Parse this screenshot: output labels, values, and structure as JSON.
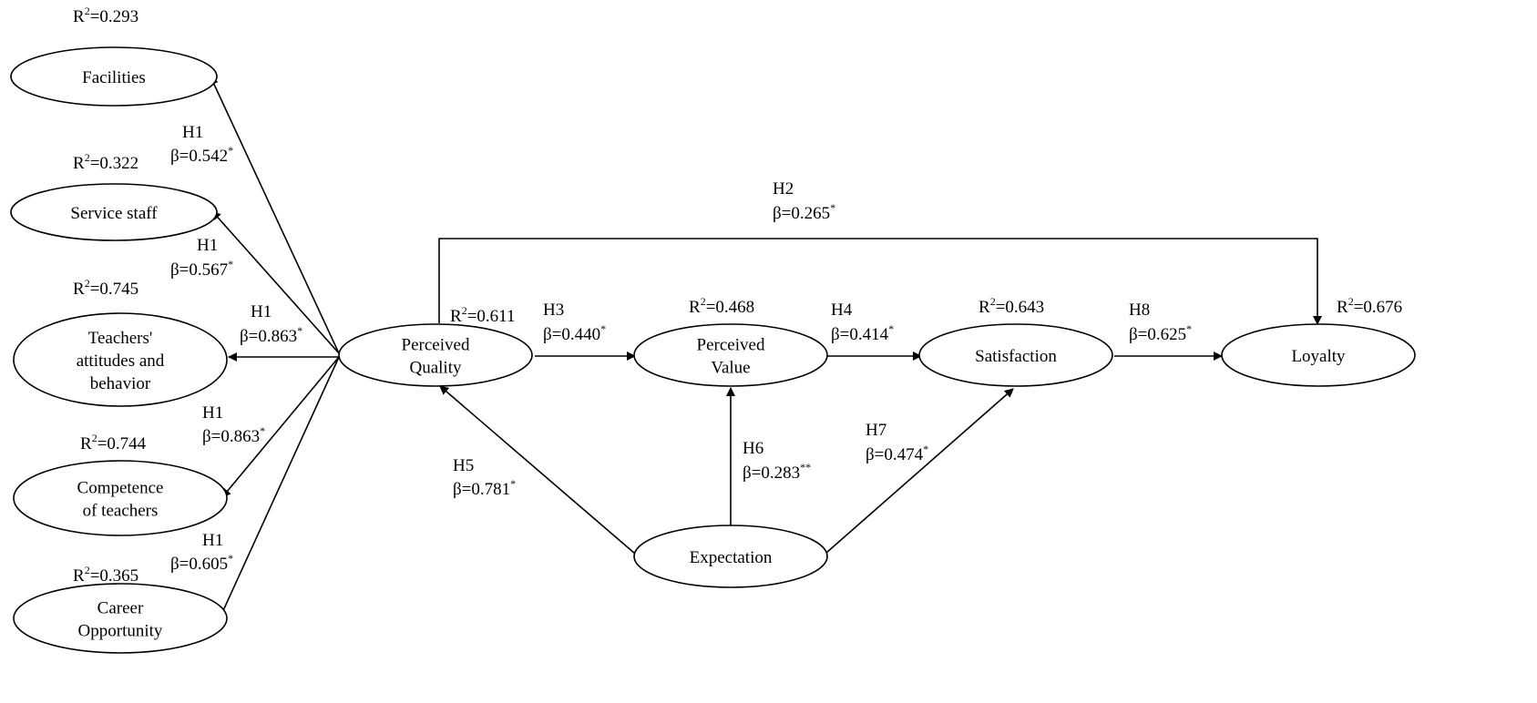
{
  "nodes": [
    {
      "id": "facilities",
      "lines": [
        "Facilities"
      ]
    },
    {
      "id": "service_staff",
      "lines": [
        "Service staff"
      ]
    },
    {
      "id": "teachers_attitudes",
      "lines": [
        "Teachers'",
        "attitudes and",
        "behavior"
      ]
    },
    {
      "id": "competence",
      "lines": [
        "Competence",
        "of teachers"
      ]
    },
    {
      "id": "career",
      "lines": [
        "Career",
        "Opportunity"
      ]
    },
    {
      "id": "perceived_quality",
      "lines": [
        "Perceived",
        "Quality"
      ]
    },
    {
      "id": "perceived_value",
      "lines": [
        "Perceived",
        "Value"
      ]
    },
    {
      "id": "satisfaction",
      "lines": [
        "Satisfaction"
      ]
    },
    {
      "id": "loyalty",
      "lines": [
        "Loyalty"
      ]
    },
    {
      "id": "expectation",
      "lines": [
        "Expectation"
      ]
    }
  ],
  "r2_labels": [
    {
      "node": "facilities",
      "base": "R",
      "sup": "2",
      "value": "=0.293"
    },
    {
      "node": "service_staff",
      "base": "R",
      "sup": "2",
      "value": "=0.322"
    },
    {
      "node": "teachers_attitudes",
      "base": "R",
      "sup": "2",
      "value": "=0.745"
    },
    {
      "node": "competence",
      "base": "R",
      "sup": "2",
      "value": "=0.744"
    },
    {
      "node": "career",
      "base": "R",
      "sup": "2",
      "value": "=0.365"
    },
    {
      "node": "perceived_quality",
      "base": "R",
      "sup": "2",
      "value": "=0.611"
    },
    {
      "node": "perceived_value",
      "base": "R",
      "sup": "2",
      "value": "=0.468"
    },
    {
      "node": "satisfaction",
      "base": "R",
      "sup": "2",
      "value": "=0.643"
    },
    {
      "node": "loyalty",
      "base": "R",
      "sup": "2",
      "value": "=0.676"
    }
  ],
  "edges": [
    {
      "from": "perceived_quality",
      "to": "facilities",
      "hypothesis": "H1",
      "beta": "β=0.542",
      "sig": "*"
    },
    {
      "from": "perceived_quality",
      "to": "service_staff",
      "hypothesis": "H1",
      "beta": "β=0.567",
      "sig": "*"
    },
    {
      "from": "perceived_quality",
      "to": "teachers_attitudes",
      "hypothesis": "H1",
      "beta": "β=0.863",
      "sig": "*"
    },
    {
      "from": "perceived_quality",
      "to": "competence",
      "hypothesis": "H1",
      "beta": "β=0.863",
      "sig": "*"
    },
    {
      "from": "perceived_quality",
      "to": "career",
      "hypothesis": "H1",
      "beta": "β=0.605",
      "sig": "*"
    },
    {
      "from": "perceived_quality",
      "to": "loyalty",
      "hypothesis": "H2",
      "beta": "β=0.265",
      "sig": "*"
    },
    {
      "from": "perceived_quality",
      "to": "perceived_value",
      "hypothesis": "H3",
      "beta": "β=0.440",
      "sig": "*"
    },
    {
      "from": "perceived_value",
      "to": "satisfaction",
      "hypothesis": "H4",
      "beta": "β=0.414",
      "sig": "*"
    },
    {
      "from": "expectation",
      "to": "perceived_quality",
      "hypothesis": "H5",
      "beta": "β=0.781",
      "sig": "*"
    },
    {
      "from": "expectation",
      "to": "perceived_value",
      "hypothesis": "H6",
      "beta": "β=0.283",
      "sig": "**"
    },
    {
      "from": "expectation",
      "to": "satisfaction",
      "hypothesis": "H7",
      "beta": "β=0.474",
      "sig": "*"
    },
    {
      "from": "satisfaction",
      "to": "loyalty",
      "hypothesis": "H8",
      "beta": "β=0.625",
      "sig": "*"
    }
  ]
}
